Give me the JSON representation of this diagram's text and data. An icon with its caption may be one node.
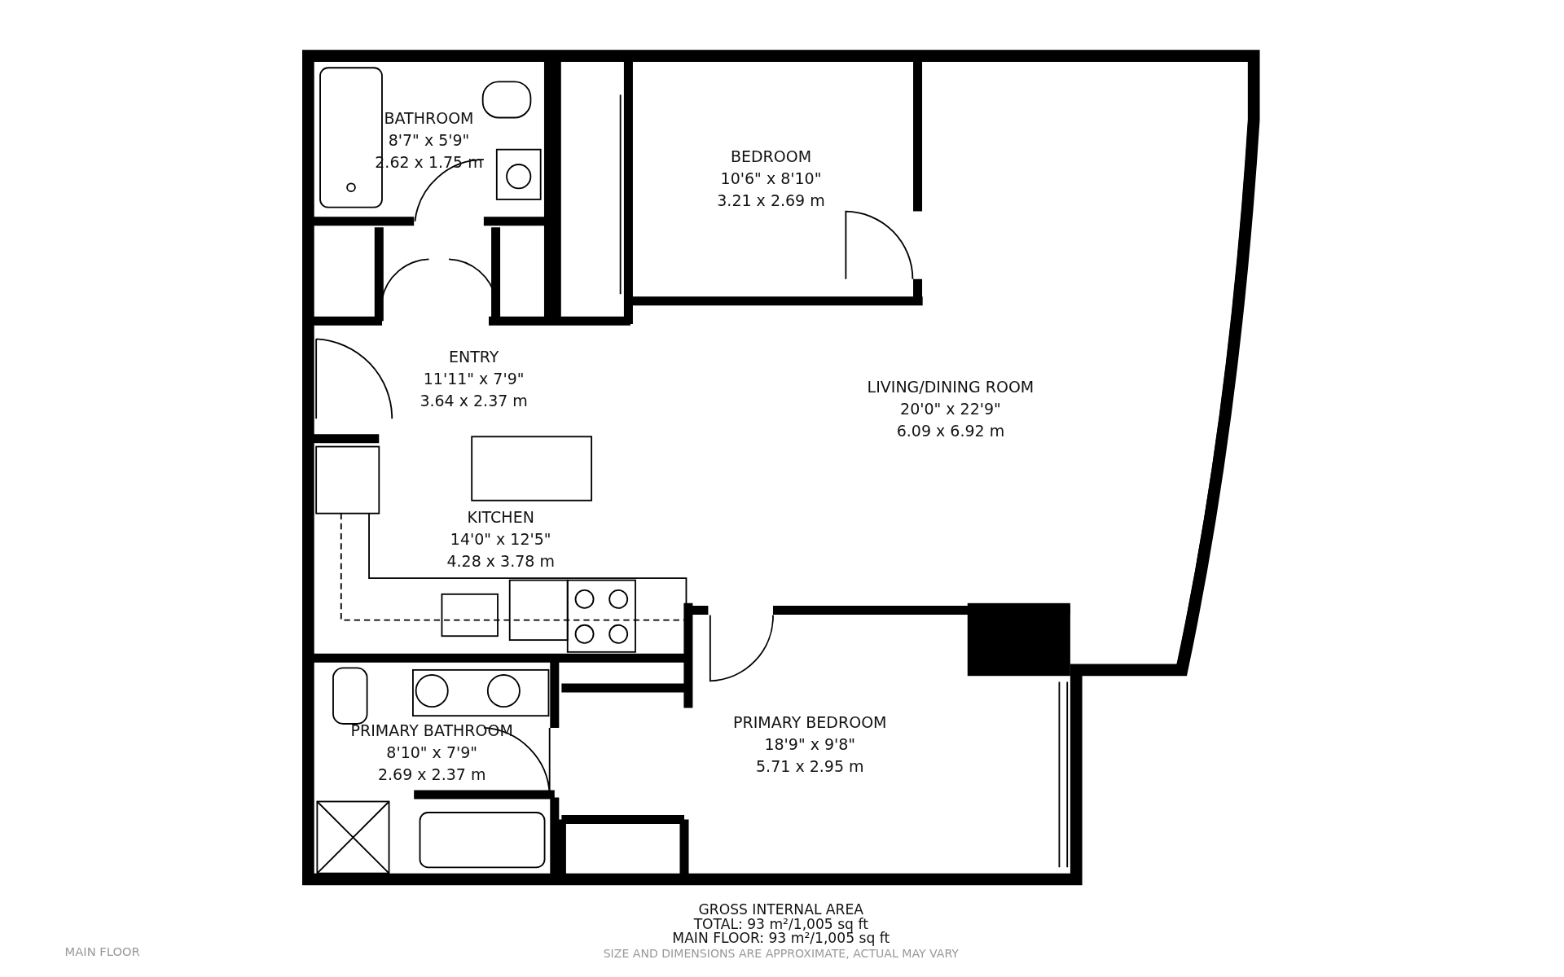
{
  "diagram": {
    "nodes": [
      {
        "text": [
          "BATHROOM",
          "8'7\" x 5'9\"",
          "2.62 x 1.75 m"
        ]
      },
      {
        "text": [
          "BEDROOM",
          "10'6\" x 8'10\"",
          "3.21 x 2.69 m"
        ]
      },
      {
        "text": [
          "ENTRY",
          "11'11\" x 7'9\"",
          "3.64 x 2.37 m"
        ]
      },
      {
        "text": [
          "LIVING/DINING ROOM",
          "20'0\" x 22'9\"",
          "6.09 x 6.92 m"
        ]
      },
      {
        "text": [
          "KITCHEN",
          "14'0\" x 12'5\"",
          "4.28 x 3.78 m"
        ]
      },
      {
        "text": [
          "PRIMARY BATHROOM",
          "8'10\" x 7'9\"",
          "2.69 x 2.37 m"
        ]
      },
      {
        "text": [
          "PRIMARY BEDROOM",
          "18'9\" x 9'8\"",
          "5.71 x 2.95 m"
        ]
      }
    ],
    "labels": [
      "GROSS INTERNAL AREA",
      "TOTAL: 93 m²/1,005 sq ft",
      "MAIN FLOOR: 93 m²/1,005 sq ft",
      "SIZE AND DIMENSIONS ARE APPROXIMATE, ACTUAL MAY VARY",
      "MAIN FLOOR"
    ]
  }
}
